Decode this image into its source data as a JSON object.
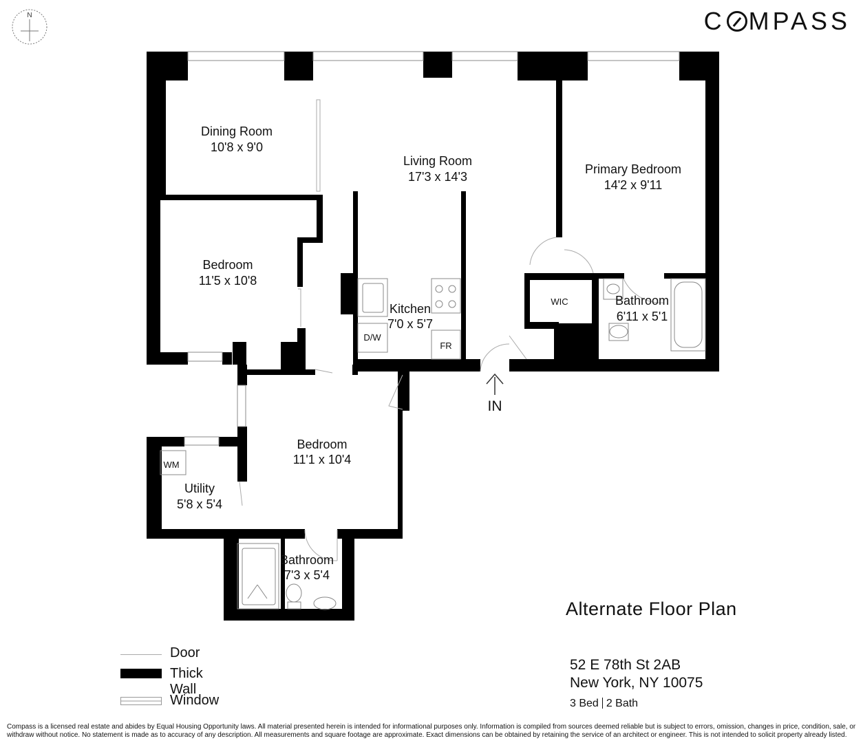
{
  "brand": {
    "logo_text": "COMPASS"
  },
  "compass_rose": {
    "north_label": "N"
  },
  "rooms": {
    "dining": {
      "name": "Dining Room",
      "dims": "10'8 x 9'0"
    },
    "living": {
      "name": "Living Room",
      "dims": "17'3 x 14'3"
    },
    "primary_bedroom": {
      "name": "Primary Bedroom",
      "dims": "14'2 x 9'11"
    },
    "bedroom_1": {
      "name": "Bedroom",
      "dims": "11'5 x 10'8"
    },
    "kitchen": {
      "name": "Kitchen",
      "dims": "7'0 x 5'7"
    },
    "wic": {
      "name": "WIC"
    },
    "bathroom_primary": {
      "name": "Bathroom",
      "dims": "6'11 x 5'1"
    },
    "bedroom_2": {
      "name": "Bedroom",
      "dims": "11'1 x 10'4"
    },
    "utility": {
      "name": "Utility",
      "dims": "5'8 x 5'4"
    },
    "bathroom_2": {
      "name": "Bathroom",
      "dims": "7'3 x 5'4"
    }
  },
  "fixtures": {
    "dw": "D/W",
    "fr": "FR",
    "wm": "WM"
  },
  "entrance_label": "IN",
  "plan_title": "Alternate Floor Plan",
  "address": {
    "line1": "52 E 78th St 2AB",
    "line2": "New York, NY 10075"
  },
  "summary": {
    "beds": "3 Bed",
    "baths": "2 Bath"
  },
  "legend": {
    "door": "Door",
    "thick_wall": "Thick Wall",
    "window": "Window"
  },
  "disclaimer": "Compass is a licensed real estate and abides by Equal Housing Opportunity laws. All material presented herein is intended for informational purposes only. Information is compiled from sources deemed reliable but is subject to errors, omission, changes in price, condition, sale, or withdraw without notice. No statement is made as to accuracy of any description. All measurements and square footage are approximate. Exact dimensions can be obtained by retaining the service of an architect or engineer. This is not intended to solicit property already listed."
}
